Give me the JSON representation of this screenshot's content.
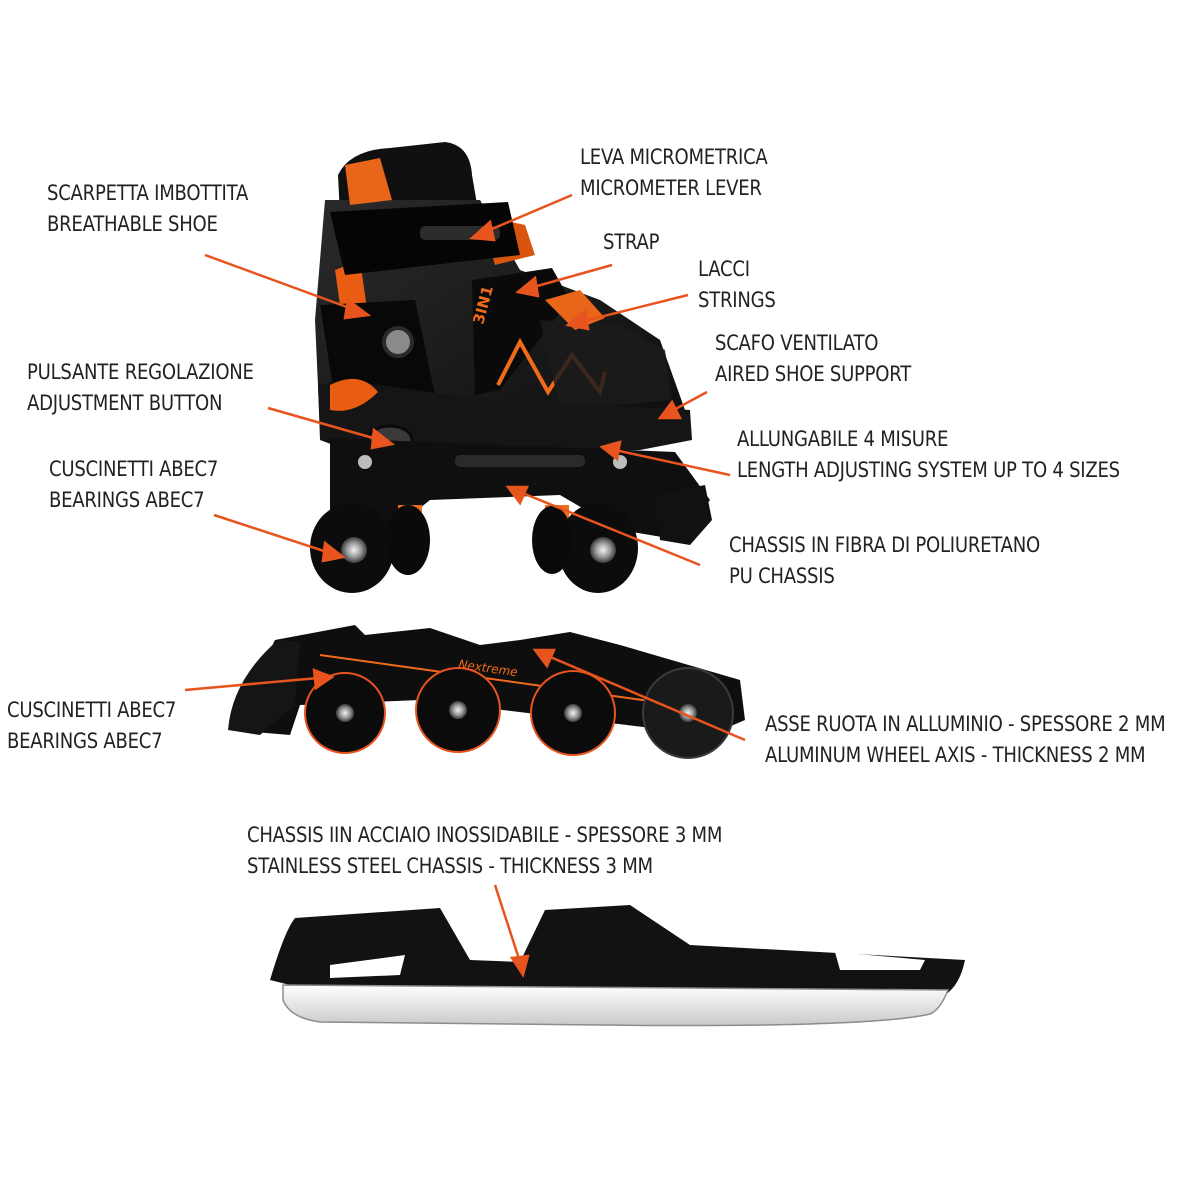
{
  "colors": {
    "arrow": "#e8541e",
    "accent": "#f26a1b",
    "body": "#161616",
    "wheel": "#0c0c0c",
    "label_text": "#222222"
  },
  "labels": {
    "scarpetta": {
      "line1": "SCARPETTA IMBOTTITA",
      "line2": "BREATHABLE SHOE"
    },
    "leva": {
      "line1": "LEVA MICROMETRICA",
      "line2": "MICROMETER LEVER"
    },
    "strap": {
      "line1": "STRAP"
    },
    "lacci": {
      "line1": "LACCI",
      "line2": "STRINGS"
    },
    "scafo": {
      "line1": "SCAFO VENTILATO",
      "line2": "AIRED SHOE SUPPORT"
    },
    "pulsante": {
      "line1": "PULSANTE REGOLAZIONE",
      "line2": "ADJUSTMENT BUTTON"
    },
    "allungabile": {
      "line1": "ALLUNGABILE 4 MISURE",
      "line2": "LENGTH ADJUSTING SYSTEM UP TO 4 SIZES"
    },
    "cuscinetti_top": {
      "line1": "CUSCINETTI ABEC7",
      "line2": "BEARINGS ABEC7"
    },
    "chassis_pu": {
      "line1": "CHASSIS IN FIBRA DI POLIURETANO",
      "line2": "PU CHASSIS"
    },
    "cuscinetti_inline": {
      "line1": "CUSCINETTI ABEC7",
      "line2": "BEARINGS ABEC7"
    },
    "asse": {
      "line1": "ASSE RUOTA IN ALLUMINIO - SPESSORE 2 MM",
      "line2": "ALUMINUM WHEEL AXIS - THICKNESS 2 MM"
    },
    "chassis_steel": {
      "line1": "CHASSIS IIN ACCIAIO INOSSIDABILE - SPESSORE 3 MM",
      "line2": "STAINLESS STEEL CHASSIS - THICKNESS 3 MM"
    }
  },
  "brand_text": "3IN1",
  "frame_brand": "Nextreme"
}
